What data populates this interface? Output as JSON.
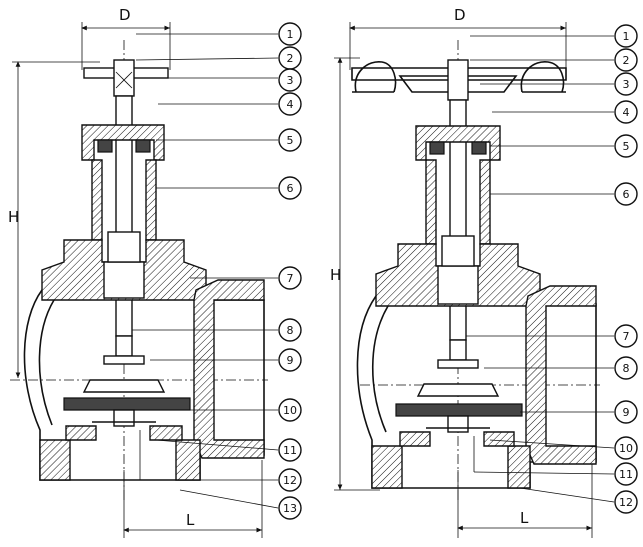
{
  "dimensions": {
    "d": "D",
    "h": "H",
    "l": "L"
  },
  "left_valve": {
    "callouts": [
      "1",
      "2",
      "3",
      "4",
      "5",
      "6",
      "7",
      "8",
      "9",
      "10",
      "11",
      "12",
      "13"
    ]
  },
  "right_valve": {
    "callouts": [
      "1",
      "2",
      "3",
      "4",
      "5",
      "6",
      "7",
      "8",
      "9",
      "10",
      "11",
      "12"
    ]
  }
}
